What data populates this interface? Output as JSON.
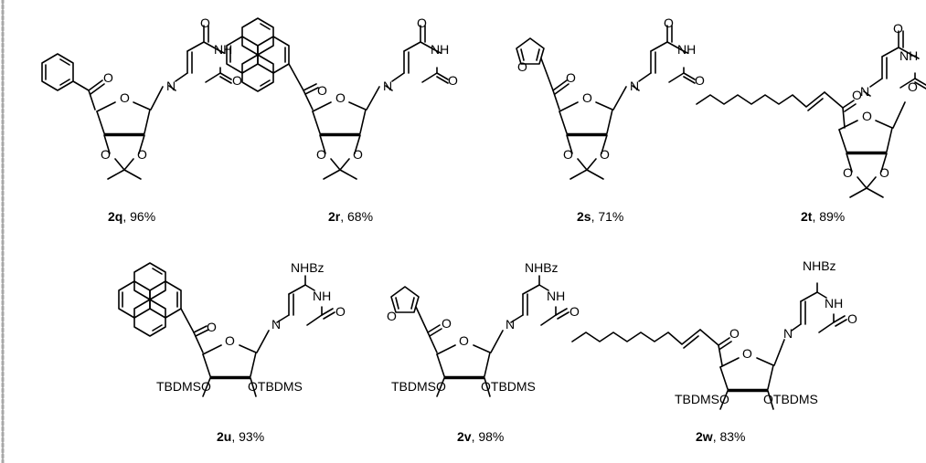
{
  "atoms": {
    "O": "O",
    "N": "N",
    "NH": "NH",
    "NHBz": "NHBz",
    "TBDMSO": "TBDMSO",
    "OTBDMS": "OTBDMS"
  },
  "compounds": [
    {
      "id": "2q",
      "yield": ", 96%"
    },
    {
      "id": "2r",
      "yield": ", 68%"
    },
    {
      "id": "2s",
      "yield": ", 71%"
    },
    {
      "id": "2t",
      "yield": ", 89%"
    },
    {
      "id": "2u",
      "yield": ", 93%"
    },
    {
      "id": "2v",
      "yield": ", 98%"
    },
    {
      "id": "2w",
      "yield": ", 83%"
    }
  ]
}
